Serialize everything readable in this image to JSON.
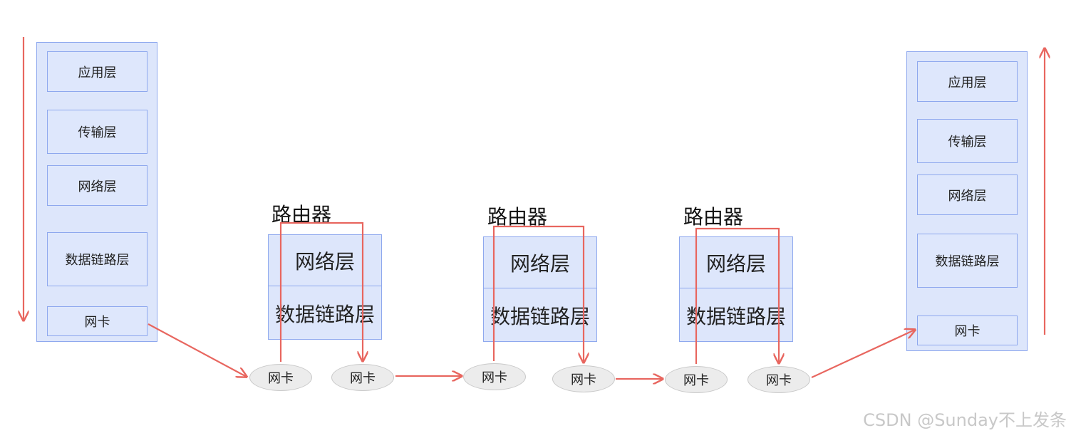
{
  "left_host": {
    "layers": [
      "应用层",
      "传输层",
      "网络层",
      "数据链路层",
      "网卡"
    ]
  },
  "right_host": {
    "layers": [
      "应用层",
      "传输层",
      "网络层",
      "数据链路层",
      "网卡"
    ]
  },
  "routers": [
    {
      "title": "路由器",
      "layers": [
        "网络层",
        "数据链路层"
      ],
      "nic_in": "网卡",
      "nic_out": "网卡"
    },
    {
      "title": "路由器",
      "layers": [
        "网络层",
        "数据链路层"
      ],
      "nic_in": "网卡",
      "nic_out": "网卡"
    },
    {
      "title": "路由器",
      "layers": [
        "网络层",
        "数据链路层"
      ],
      "nic_in": "网卡",
      "nic_out": "网卡"
    }
  ],
  "colors": {
    "arrow": "#e8665f",
    "box_fill": "#dee7fc",
    "box_border": "#8ea8ee"
  },
  "watermark": "CSDN @Sunday不上发条"
}
